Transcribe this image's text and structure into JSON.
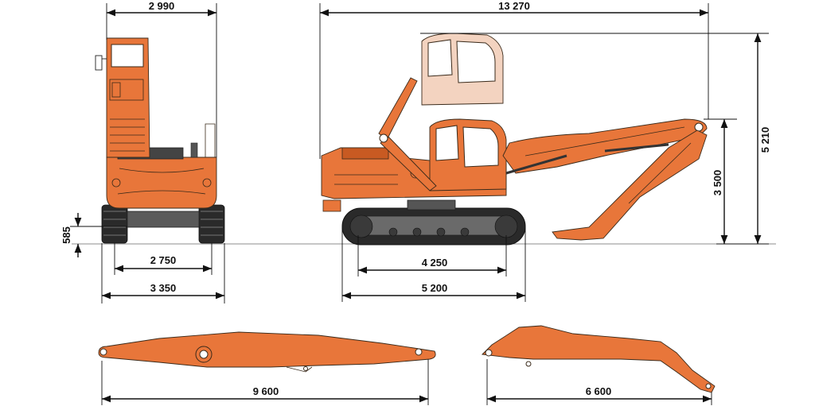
{
  "colors": {
    "machine": "#e8763a",
    "machine_dark": "#c85a22",
    "cab_raised": "#f3d3c0",
    "track": "#2a2a2a",
    "line": "#111111"
  },
  "dimensions": {
    "overall_width": "2 990",
    "overall_length": "13 270",
    "max_height": "5 210",
    "cab_height": "3 500",
    "ground_clearance": "585",
    "track_gauge": "2 750",
    "track_width": "3 350",
    "tumbler_distance": "4 250",
    "track_length": "5 200",
    "boom_length": "9 600",
    "arm_length": "6 600"
  }
}
